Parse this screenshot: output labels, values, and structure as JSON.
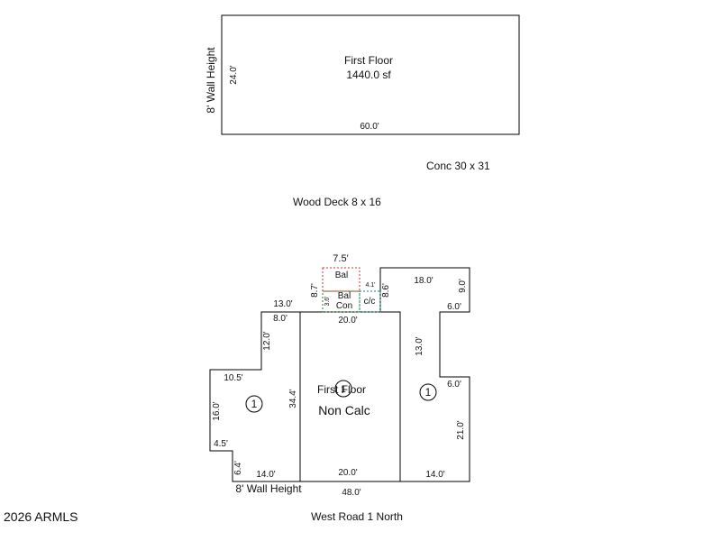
{
  "upper_plan": {
    "label": "First Floor",
    "area": "1440.0 sf",
    "width_dim": "60.0'",
    "height_dim": "24.0'",
    "wall_height": "8' Wall Height"
  },
  "notes": {
    "conc": "Conc 30 x 31",
    "deck": "Wood Deck 8 x 16"
  },
  "lower_plan": {
    "bal_top_dim": "7.5'",
    "bal_label": "Bal",
    "bal_side_dim": "8.7'",
    "balcon_label_1": "Bal",
    "balcon_label_2": "Con",
    "balcon_small_dim": "3.6'",
    "cc_label": "c/c",
    "cc_dim": "4.1'",
    "dim_8_6": "8.6'",
    "dim_13_0": "13.0'",
    "dim_8_0": "8.0'",
    "dim_20_0_top": "20.0'",
    "dim_18_0": "18.0'",
    "dim_9_0": "9.0'",
    "dim_6_0_top": "6.0'",
    "dim_12_0": "12.0'",
    "dim_13_0_right": "13.0'",
    "dim_10_5": "10.5'",
    "dim_34_4": "34.4'",
    "center_label": "First Floor",
    "center_sublabel": "Non Calc",
    "marker_left": "1",
    "marker_center": "1",
    "marker_right": "1",
    "dim_6_0_right": "6.0'",
    "dim_16_0": "16.0'",
    "dim_21_0": "21.0'",
    "dim_4_5": "4.5'",
    "dim_6_4": "6.4'",
    "dim_14_0_left": "14.0'",
    "dim_20_0_bottom": "20.0'",
    "dim_14_0_right": "14.0'",
    "wall_height": "8' Wall Height",
    "dim_48_0": "48.0'"
  },
  "footer": {
    "copyright": "2026 ARMLS",
    "address": "West Road 1 North"
  }
}
